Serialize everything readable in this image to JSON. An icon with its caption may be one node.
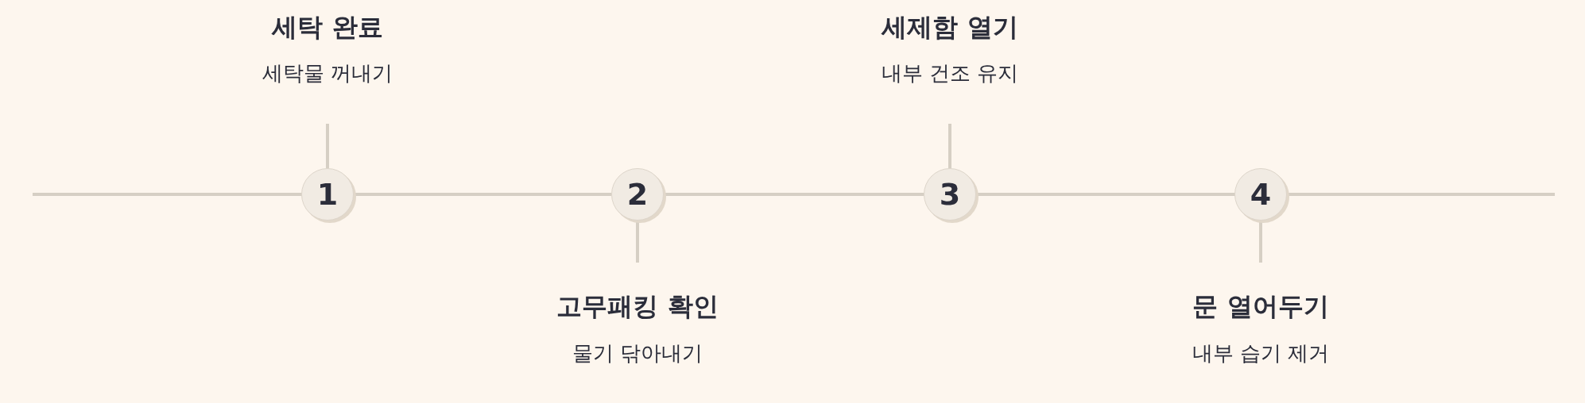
{
  "diagram": {
    "nodes": [
      {
        "text": [
          "1"
        ]
      },
      {
        "text": [
          "2"
        ]
      },
      {
        "text": [
          "3"
        ]
      },
      {
        "text": [
          "4"
        ]
      },
      {
        "text": [
          "세탁 완료",
          "세탁물 꺼내기"
        ]
      },
      {
        "text": [
          "고무패킹 확인",
          "물기 닦아내기"
        ]
      },
      {
        "text": [
          "세제함 열기",
          "내부 건조 유지"
        ]
      },
      {
        "text": [
          "문 열어두기",
          "내부 습기 제거"
        ]
      }
    ],
    "edges": [
      {
        "from": null,
        "to": 0,
        "arrow": "none"
      },
      {
        "from": 0,
        "to": 1,
        "arrow": "none"
      },
      {
        "from": 1,
        "to": 2,
        "arrow": "none"
      },
      {
        "from": 2,
        "to": 3,
        "arrow": "none"
      },
      {
        "from": 3,
        "to": null,
        "arrow": "none"
      },
      {
        "from": 0,
        "to": 4,
        "arrow": "none"
      },
      {
        "from": 1,
        "to": 5,
        "arrow": "none"
      },
      {
        "from": 2,
        "to": 6,
        "arrow": "none"
      },
      {
        "from": 3,
        "to": 7,
        "arrow": "none"
      }
    ]
  }
}
